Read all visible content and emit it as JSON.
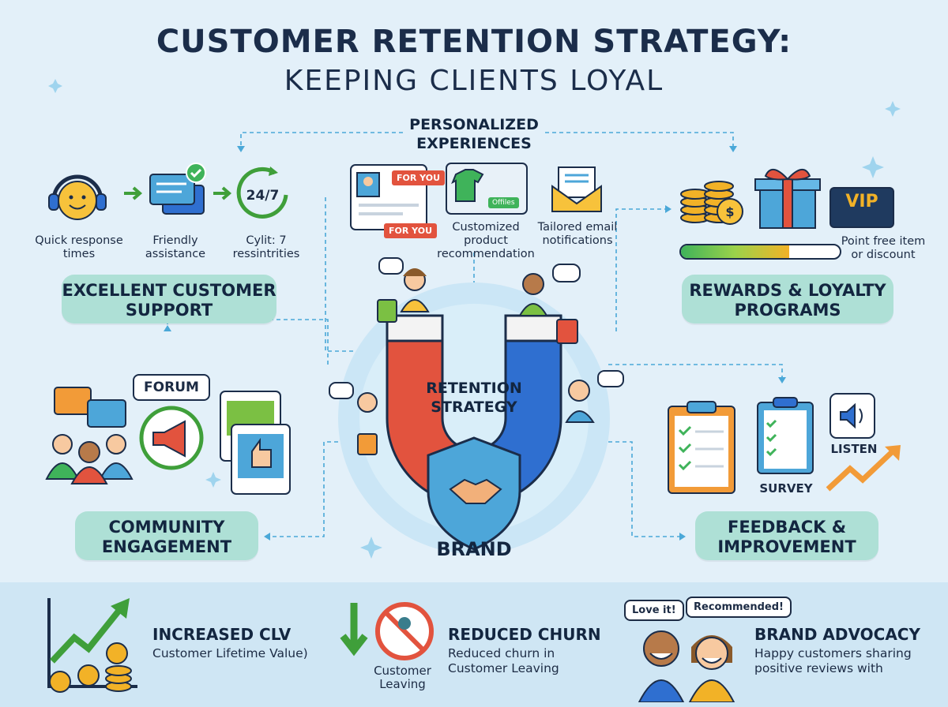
{
  "title": {
    "line1": "CUSTOMER RETENTION STRATEGY:",
    "line2": "KEEPING CLIENTS LOYAL"
  },
  "center": {
    "label": "RETENTION STRATEGY",
    "brand": "BRAND"
  },
  "personalized": {
    "title": "PERSONALIZED EXPERIENCES",
    "tag_for_you_1": "FOR YOU",
    "tag_for_you_2": "FOR YOU",
    "offers_tag": "Offiles",
    "cap_product": "Customized product recommendation",
    "cap_email": "Tailored email notifications"
  },
  "support": {
    "title": "EXCELLENT CUSTOMER SUPPORT",
    "cap_quick": "Quick response times",
    "cap_friendly": "Friendly assistance",
    "badge_247": "24/7",
    "cap_247": "Cylit: 7 ressintrities"
  },
  "rewards": {
    "title": "REWARDS & LOYALTY PROGRAMS",
    "vip": "VIP",
    "cap_point": "Point free item or discount",
    "progress": 0.68
  },
  "community": {
    "title": "COMMUNITY ENGAGEMENT",
    "forum": "FORUM"
  },
  "feedback": {
    "title": "FEEDBACK & IMPROVEMENT",
    "survey": "SURVEY",
    "listen": "LISTEN"
  },
  "outcomes": {
    "clv": {
      "title": "INCREASED CLV",
      "sub": "Customer Lifetime Value)"
    },
    "churn": {
      "title": "REDUCED CHURN",
      "sub": "Reduced churn in Customer Leaving",
      "icon_caption": "Customer Leaving"
    },
    "advocacy": {
      "title": "BRAND ADVOCACY",
      "sub": "Happy customers sharing positive reviews with",
      "bubble1": "Love it!",
      "bubble2": "Recommended!"
    }
  },
  "colors": {
    "pill": "#aee0d6",
    "navy": "#1b2d4a",
    "magnet_red": "#e2533e",
    "magnet_blue": "#2f6fd0",
    "green": "#3f9f3a",
    "gold": "#f2b227"
  }
}
